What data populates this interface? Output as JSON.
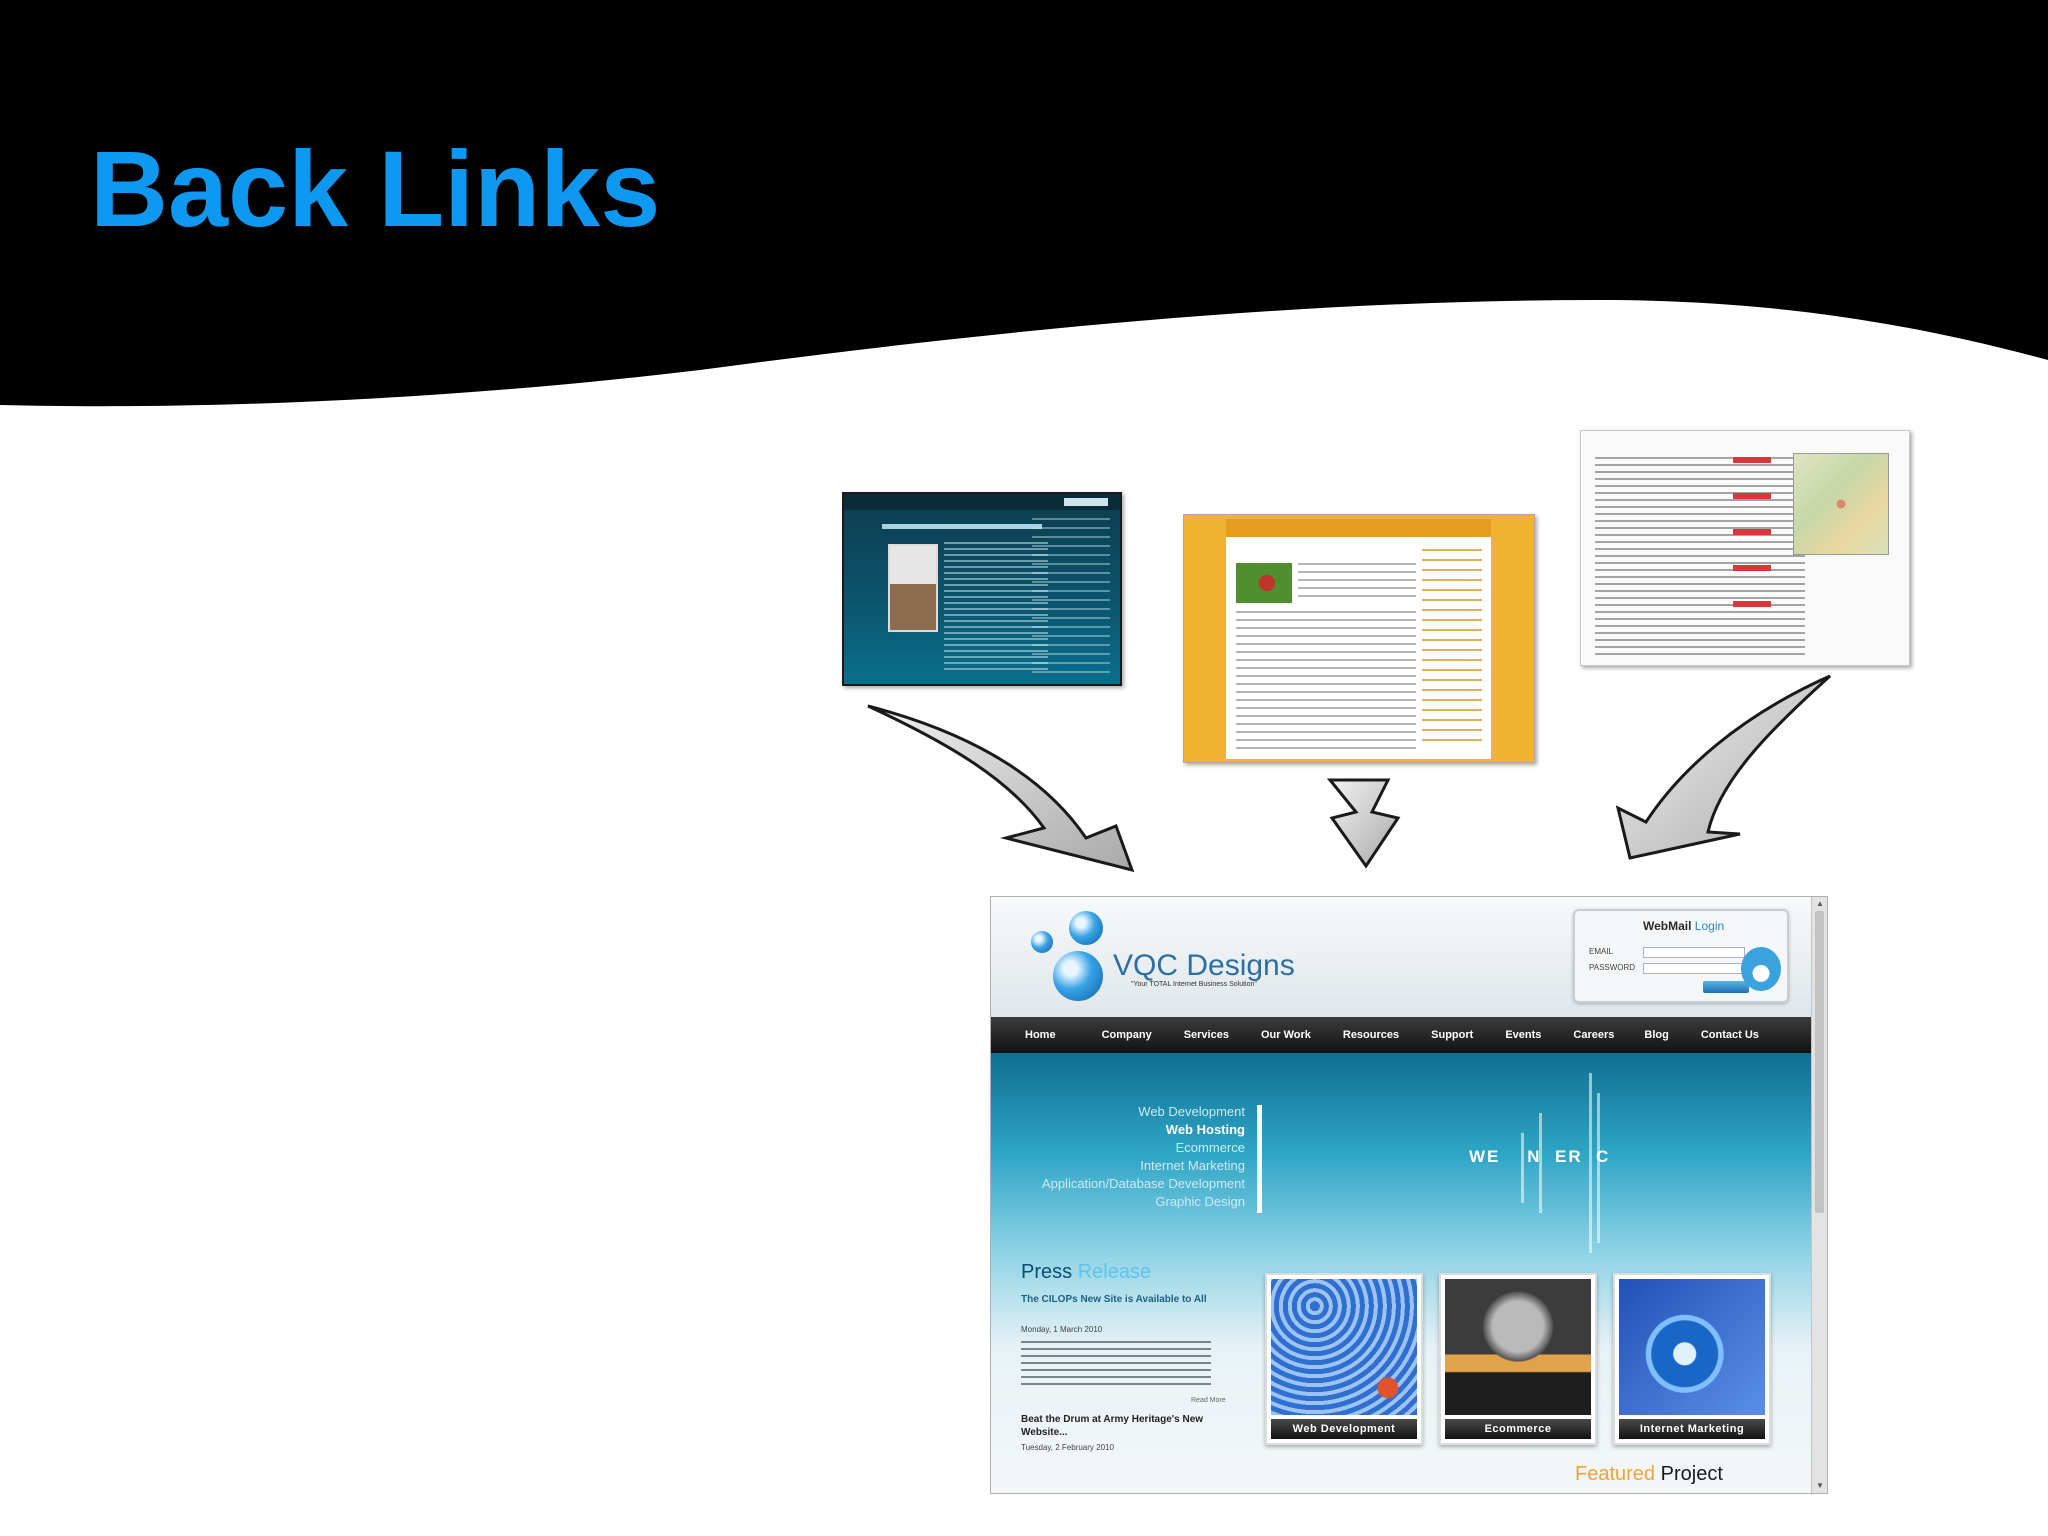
{
  "slide": {
    "title": "Back Links",
    "title_color": "#0e98f0",
    "background_top": "#000000",
    "background_bottom": "#ffffff"
  },
  "thumbnails": [
    {
      "name": "dark-blog-page",
      "color": "#0b5670"
    },
    {
      "name": "yellow-garden-page",
      "color": "#f1b331"
    },
    {
      "name": "search-results-map-page",
      "color": "#fafafa"
    }
  ],
  "arrows": [
    {
      "from": "dark-blog-page",
      "to": "vqc-designs-site",
      "icon": "curved-arrow-icon"
    },
    {
      "from": "yellow-garden-page",
      "to": "vqc-designs-site",
      "icon": "down-arrow-icon"
    },
    {
      "from": "search-results-map-page",
      "to": "vqc-designs-site",
      "icon": "curved-arrow-icon"
    }
  ],
  "site": {
    "logo": "VQC Designs",
    "tagline": "\"Your TOTAL Internet Business Solution\"",
    "webmail": {
      "title": "WebMail",
      "title_accent": "Login",
      "email_label": "EMAIL",
      "password_label": "PASSWORD"
    },
    "nav": [
      "Home",
      "Company",
      "Services",
      "Our Work",
      "Resources",
      "Support",
      "Events",
      "Careers",
      "Blog",
      "Contact Us"
    ],
    "services": [
      "Web Development",
      "Web Hosting",
      "Ecommerce",
      "Internet Marketing",
      "Application/Database Development",
      "Graphic Design"
    ],
    "selected_service": "Web Hosting",
    "hero_text": "WE    N  ER  C",
    "press": {
      "title_1": "Press",
      "title_2": "Release",
      "headline_1": "The CILOPs New Site is Available to All",
      "date_1": "Monday, 1 March 2010",
      "read_more": "Read More",
      "headline_2": "Beat the Drum at Army Heritage's New Website...",
      "date_2": "Tuesday, 2 February 2010"
    },
    "tiles": [
      "Web Development",
      "Ecommerce",
      "Internet Marketing"
    ],
    "featured_1": "Featured",
    "featured_2": "Project"
  }
}
